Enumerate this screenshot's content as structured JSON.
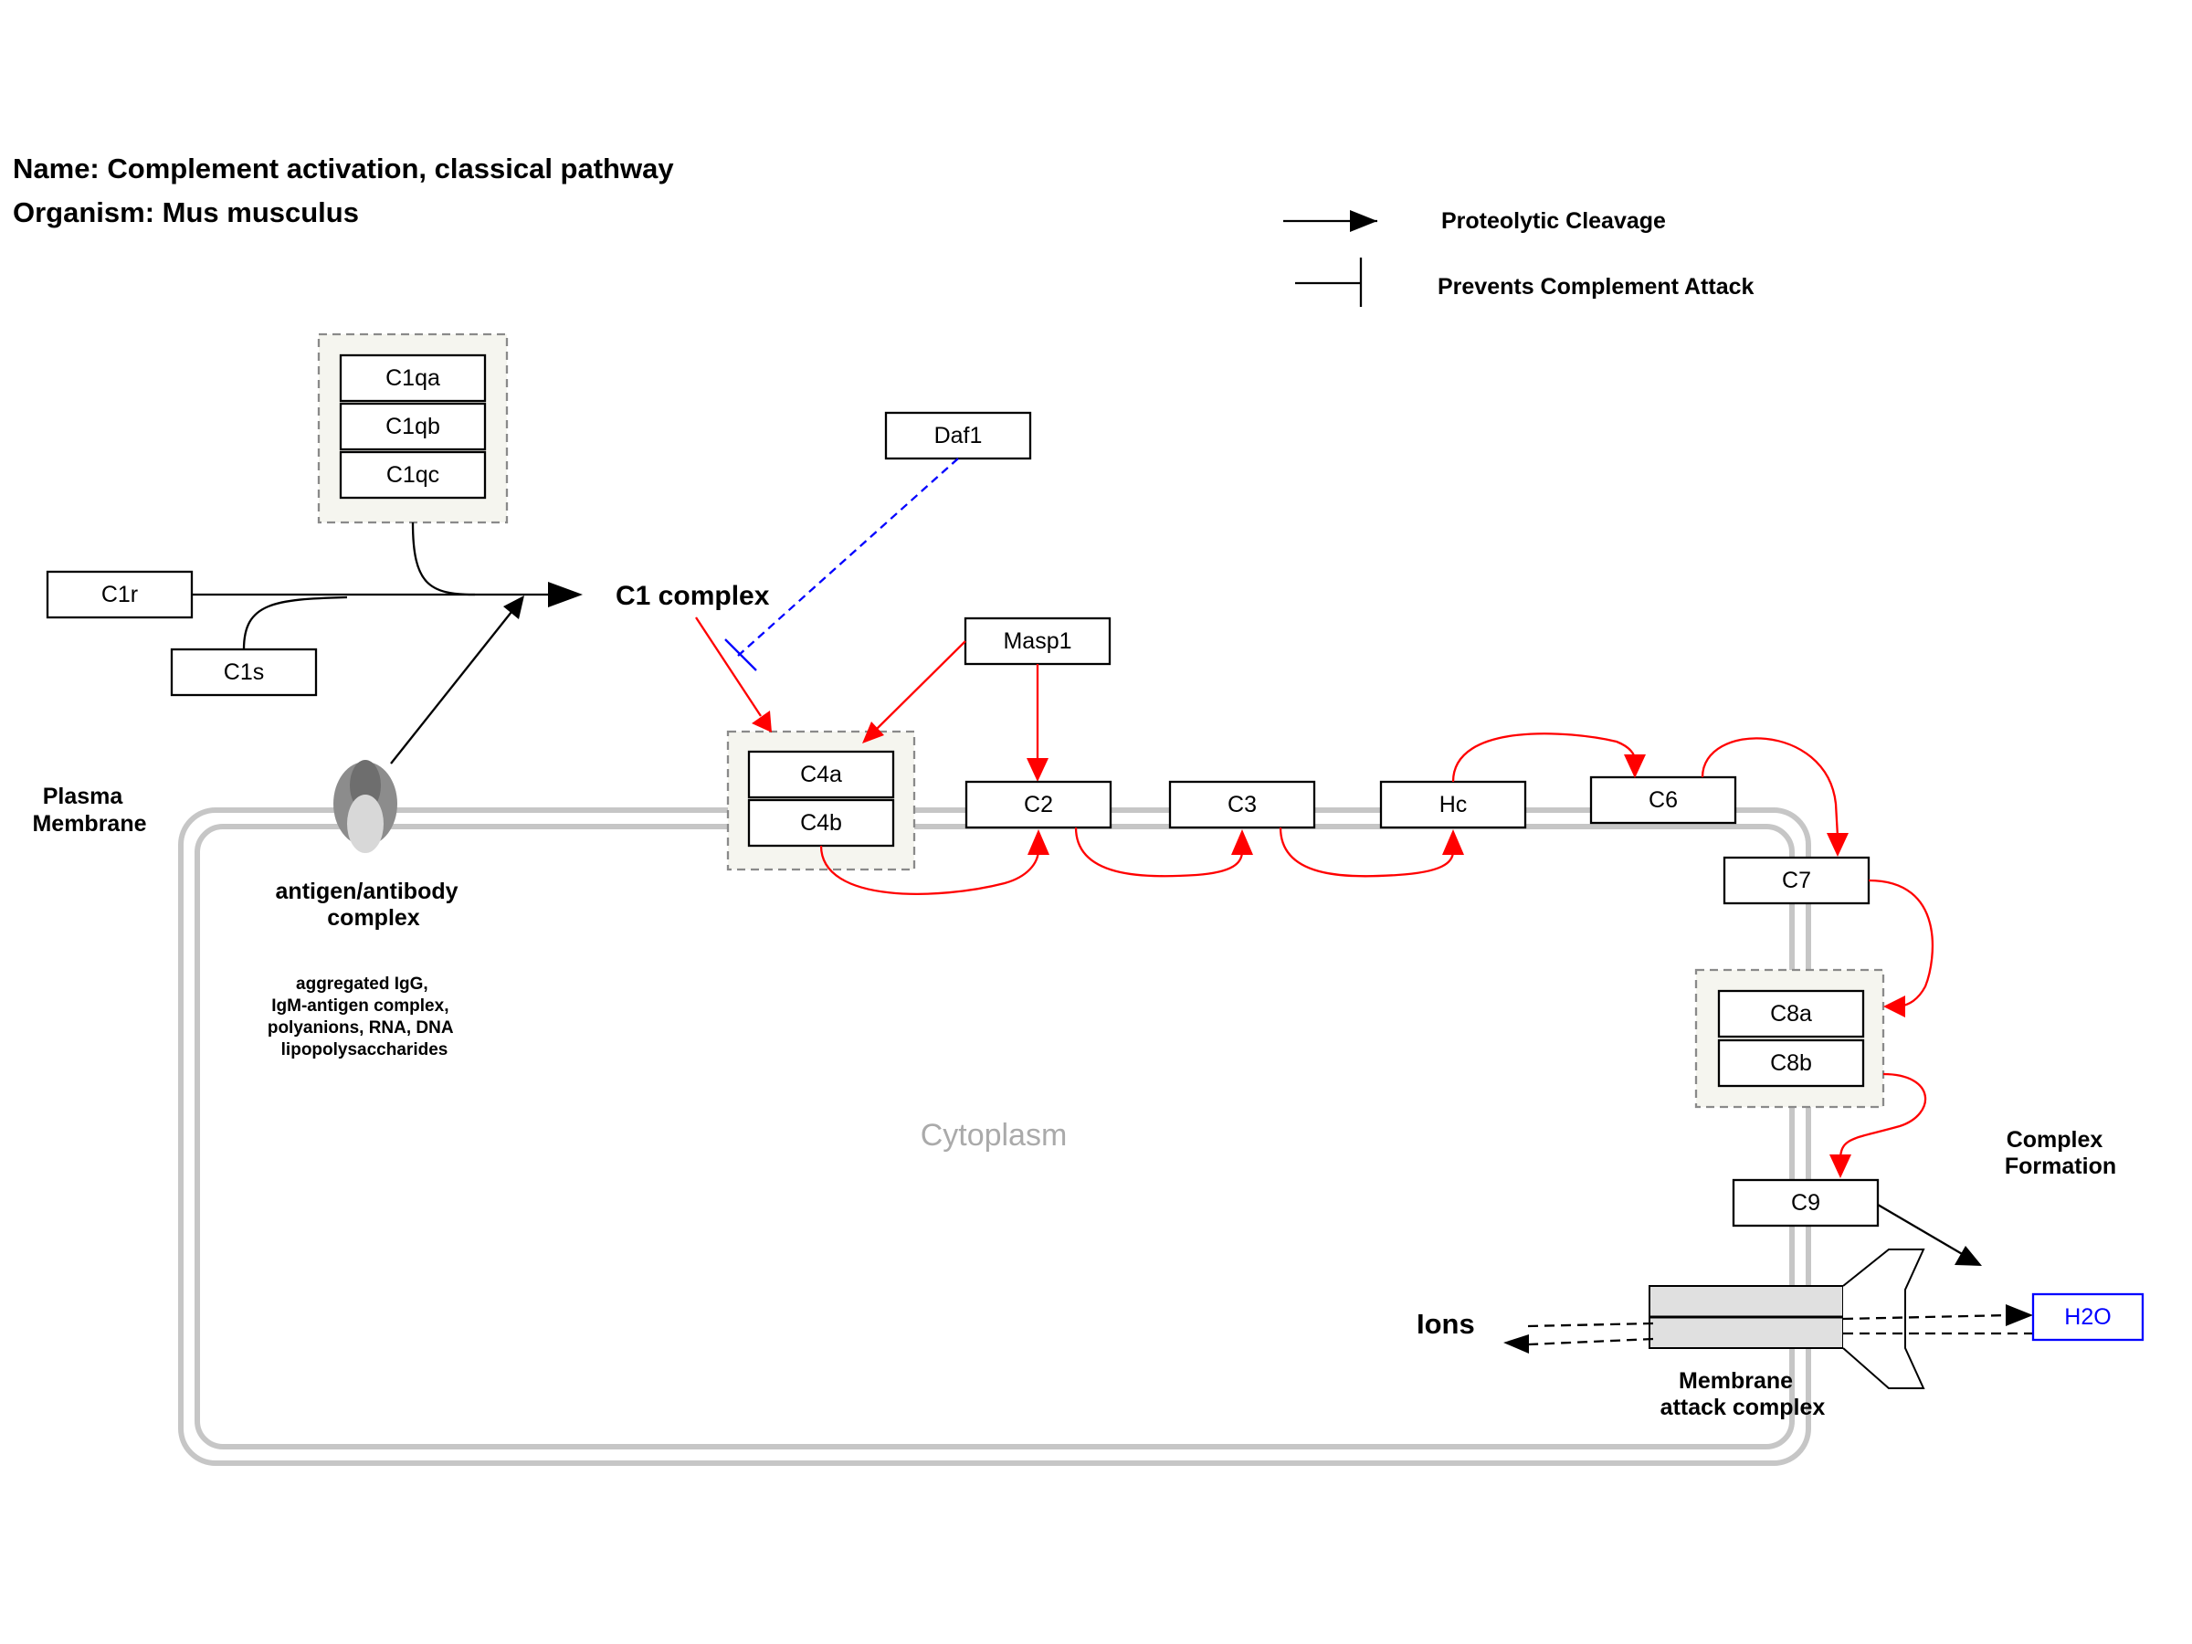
{
  "header": {
    "name_line": "Name: Complement activation, classical pathway",
    "organism_line": "Organism: Mus musculus"
  },
  "legend": {
    "cleavage_label": "Proteolytic Cleavage",
    "prevents_label": "Prevents Complement Attack"
  },
  "genes": {
    "c1qa": "C1qa",
    "c1qb": "C1qb",
    "c1qc": "C1qc",
    "c1r": "C1r",
    "c1s": "C1s",
    "daf1": "Daf1",
    "masp1": "Masp1",
    "c4a": "C4a",
    "c4b": "C4b",
    "c2": "C2",
    "c3": "C3",
    "hc": "Hc",
    "c6": "C6",
    "c7": "C7",
    "c8a": "C8a",
    "c8b": "C8b",
    "c9": "C9",
    "h2o": "H2O"
  },
  "labels": {
    "c1_complex": "C1 complex",
    "plasma_membrane": [
      "Plasma",
      "Membrane"
    ],
    "antigen_antibody": [
      "antigen/antibody",
      "complex"
    ],
    "activators": [
      "aggregated IgG,",
      "IgM-antigen complex,",
      "polyanions, RNA, DNA",
      "lipopolysaccharides"
    ],
    "cytoplasm": "Cytoplasm",
    "complex_formation": [
      "Complex",
      "Formation"
    ],
    "ions": "Ions",
    "mac": [
      "Membrane",
      "attack complex"
    ]
  },
  "colors": {
    "cleavage_edge": "#ff0000",
    "inhibition_edge": "#0000ff",
    "membrane": "#c6c6c6",
    "group_fill": "#f5f5ef",
    "cytoplasm_text": "#aaaaaa",
    "h2o_text": "#0000ff"
  }
}
